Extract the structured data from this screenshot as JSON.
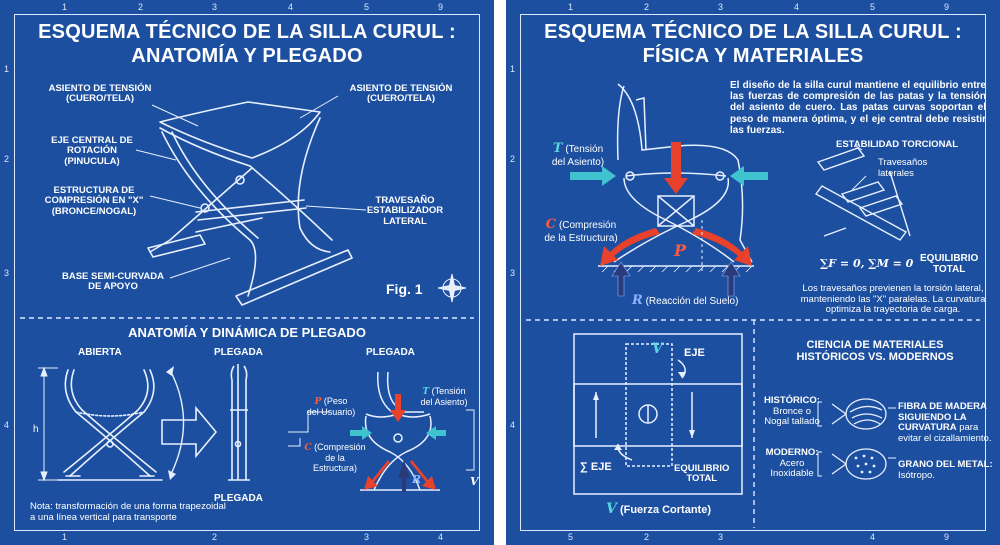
{
  "left": {
    "title_line1": "ESQUEMA TÉCNICO DE LA  SILLA CURUL :",
    "title_line2": "ANATOMÍA Y PLEGADO",
    "label_seat_left": "ASIENTO DE TENSIÓN\n(CUERO/TELA)",
    "label_seat_right": "ASIENTO DE TENSIÓN\n(CUERO/TELA)",
    "label_axis": "EJE CENTRAL DE\nROTACIÓN\n(PINUCULA)",
    "label_structure": "ESTRUCTURA DE\nCOMPRESIÓN EN \"X\"\n(BRONCE/NOGAL)",
    "label_crossbar": "TRAVESAÑO\nESTABILIZADOR\nLATERAL",
    "label_base": "BASE SEMI-CURVADA\nDE APOYO",
    "fig_label": "Fig. 1",
    "section_title": "ANATOMÍA Y DINÁMICA DE PLEGADO",
    "label_open": "ABIERTA",
    "label_folded1": "PLEGADA",
    "label_folded2": "PLEGADA",
    "label_folded_bottom": "PLEGADA",
    "label_h": "h",
    "sym_P": "P",
    "label_P": "(Peso\ndel Usuario)",
    "sym_T": "T",
    "label_T": "(Tensión\ndel Asiento)",
    "sym_C": "C",
    "label_C": "(Compresión\nde la\nEstructura)",
    "sym_R": "R",
    "sym_V": "V",
    "note": "Nota: transformación de una forma trapezoidal\na una línea vertical para transporte",
    "ruler_top": [
      "1",
      "2",
      "3",
      "4",
      "5",
      "9"
    ],
    "ruler_left": [
      "1",
      "2",
      "3",
      "4"
    ],
    "ruler_bottom": [
      "1",
      "2",
      "3",
      "4"
    ]
  },
  "right": {
    "title_line1": "ESQUEMA TÉCNICO DE LA SILLA CURUL :",
    "title_line2": "FÍSICA Y MATERIALES",
    "paragraph": "El diseño de la silla curul mantiene el equilibrio entre las fuerzas de compresión de las patas y la tensión del asiento de cuero. Las patas curvas soportan el peso de manera óptima, y el eje central debe resistir las fuerzas.",
    "sym_T": "T",
    "label_T": "(Tensión\ndel Asiento)",
    "sym_C": "C",
    "label_C": "(Compresión\nde la Estructura)",
    "sym_P": "P",
    "sym_R": "R",
    "label_R": "(Reacción del Suelo)",
    "label_torsion": "ESTABILIDAD TORCIONAL",
    "label_crossbars": "Travesaños\nlaterales",
    "equation": "∑F = 0, ∑M = 0",
    "label_equilibrium": "EQUILIBRIO\nTOTAL",
    "torsion_text": "Los travesaños previenen la torsión lateral, manteniendo las \"X\" paralelas. La curvatura optimiza la trayectoria de carga.",
    "sym_V_top": "V",
    "label_eje_top": "EJE",
    "label_eje_bottom": "∑ EJE",
    "label_eq_total": "EQUILIBRIO\nTOTAL",
    "sym_V_bottom": "V",
    "label_shear": "(Fuerza Cortante)",
    "materials_title": "CIENCIA DE MATERIALES\nHISTÓRICOS VS. MODERNOS",
    "hist_title": "HISTÓRICO:",
    "hist_text": "Bronce o\nNogal tallado",
    "wood_title": "FIBRA DE MADERA\nSIGUIENDO LA\nCURVATURA",
    "wood_text_tail": " para",
    "wood_text2": "evitar el cizallamiento.",
    "modern_title": "MODERNO:",
    "modern_text": "Acero\nInoxidable",
    "metal_title": "GRANO DEL METAL:",
    "metal_text": "Isótropo.",
    "ruler_top": [
      "1",
      "2",
      "3",
      "4",
      "5",
      "9"
    ],
    "ruler_left": [
      "1",
      "2",
      "3",
      "4"
    ],
    "ruler_bottom": [
      "5",
      "2",
      "3",
      "4",
      "9"
    ]
  },
  "colors": {
    "background": "#1c4fa0",
    "line": "#dce8ff",
    "red_arrow": "#e8412c",
    "cyan_arrow": "#3fc3cf",
    "navy_arrow": "#2b3a7a"
  }
}
